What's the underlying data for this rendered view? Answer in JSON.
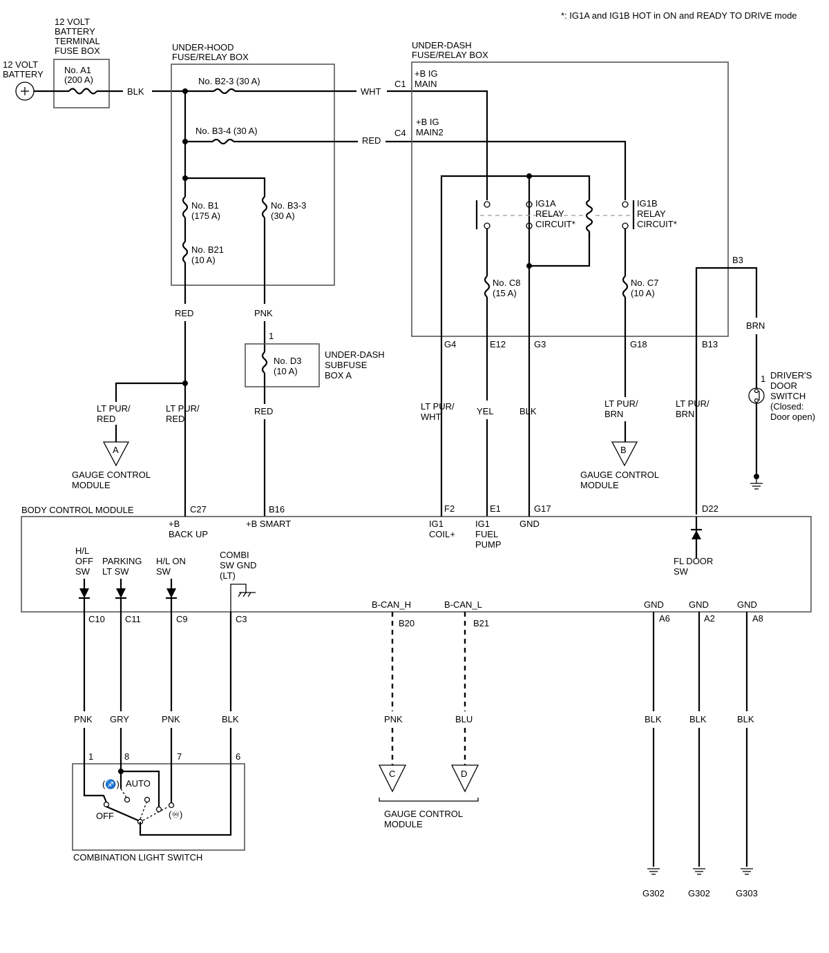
{
  "note": "*: IG1A and IG1B HOT in ON and READY TO DRIVE mode",
  "battery": {
    "line1": "12 VOLT",
    "line2": "BATTERY"
  },
  "terminal_box": {
    "l1": "12 VOLT",
    "l2": "BATTERY",
    "l3": "TERMINAL",
    "l4": "FUSE BOX",
    "fuse_name": "No. A1",
    "fuse_rating": "(200 A)"
  },
  "underhood": {
    "l1": "UNDER-HOOD",
    "l2": "FUSE/RELAY BOX",
    "f_b2_3": "No. B2-3 (30 A)",
    "f_b3_4": "No. B3-4 (30 A)",
    "f_b1_name": "No. B1",
    "f_b1_rating": "(175 A)",
    "f_b21_name": "No. B21",
    "f_b21_rating": "(10 A)",
    "f_b3_3_name": "No. B3-3",
    "f_b3_3_rating": "(30 A)"
  },
  "underdash": {
    "l1": "UNDER-DASH",
    "l2": "FUSE/RELAY BOX",
    "main1_a": "+B IG",
    "main1_b": "MAIN",
    "main2_a": "+B IG",
    "main2_b": "MAIN2",
    "ig1a_1": "IG1A",
    "ig1a_2": "RELAY",
    "ig1a_3": "CIRCUIT*",
    "ig1b_1": "IG1B",
    "ig1b_2": "RELAY",
    "ig1b_3": "CIRCUIT*",
    "c8_name": "No. C8",
    "c8_rating": "(15 A)",
    "c7_name": "No. C7",
    "c7_rating": "(10 A)"
  },
  "subfuse": {
    "l1": "UNDER-DASH",
    "l2": "SUBFUSE",
    "l3": "BOX A",
    "fuse_name": "No. D3",
    "fuse_rating": "(10 A)",
    "pin": "1"
  },
  "wires": {
    "blk": "BLK",
    "wht": "WHT",
    "red": "RED",
    "pnk": "PNK",
    "ltpur_red_a": "LT PUR/",
    "ltpur_red_b": "RED",
    "ltpur_wht_a": "LT PUR/",
    "ltpur_wht_b": "WHT",
    "yel": "YEL",
    "ltpur_brn_a": "LT PUR/",
    "ltpur_brn_b": "BRN",
    "brn": "BRN",
    "gry": "GRY",
    "blu": "BLU"
  },
  "connectors": {
    "c1": "C1",
    "c4": "C4",
    "g4": "G4",
    "e12": "E12",
    "g3": "G3",
    "g18": "G18",
    "b13": "B13",
    "b3": "B3",
    "c27": "C27",
    "b16": "B16",
    "f2": "F2",
    "e1": "E1",
    "g17": "G17",
    "d22": "D22",
    "c10": "C10",
    "c11": "C11",
    "c9": "C9",
    "c3": "C3",
    "b20": "B20",
    "b21": "B21",
    "a6": "A6",
    "a2": "A2",
    "a8": "A8"
  },
  "gauge": {
    "a": "A",
    "b": "B",
    "c": "C",
    "d": "D",
    "l1": "GAUGE CONTROL",
    "l2": "MODULE"
  },
  "door_switch": {
    "pin": "1",
    "l1": "DRIVER'S",
    "l2": "DOOR",
    "l3": "SWITCH",
    "l4": "(Closed:",
    "l5": "Door open)"
  },
  "bcm": {
    "title": "BODY CONTROL MODULE",
    "backup_a": "+B",
    "backup_b": "BACK UP",
    "smart": "+B SMART",
    "coil_a": "IG1",
    "coil_b": "COIL+",
    "fuel_a": "IG1",
    "fuel_b": "FUEL",
    "fuel_c": "PUMP",
    "gnd": "GND",
    "fldoor_a": "FL DOOR",
    "fldoor_b": "SW",
    "hloff_a": "H/L",
    "hloff_b": "OFF",
    "hloff_c": "SW",
    "park_a": "PARKING",
    "park_b": "LT SW",
    "hlon_a": "H/L ON",
    "hlon_b": "SW",
    "combi_a": "COMBI",
    "combi_b": "SW GND",
    "combi_c": "(LT)",
    "canh": "B-CAN_H",
    "canl": "B-CAN_L"
  },
  "combo": {
    "title": "COMBINATION LIGHT SWITCH",
    "p1": "1",
    "p8": "8",
    "p7": "7",
    "p6": "6",
    "off": "OFF",
    "auto": "AUTO",
    "sym1": "(♐)",
    "sym2": "(♾)"
  },
  "grounds": {
    "g302a": "G302",
    "g302b": "G302",
    "g303": "G303"
  }
}
